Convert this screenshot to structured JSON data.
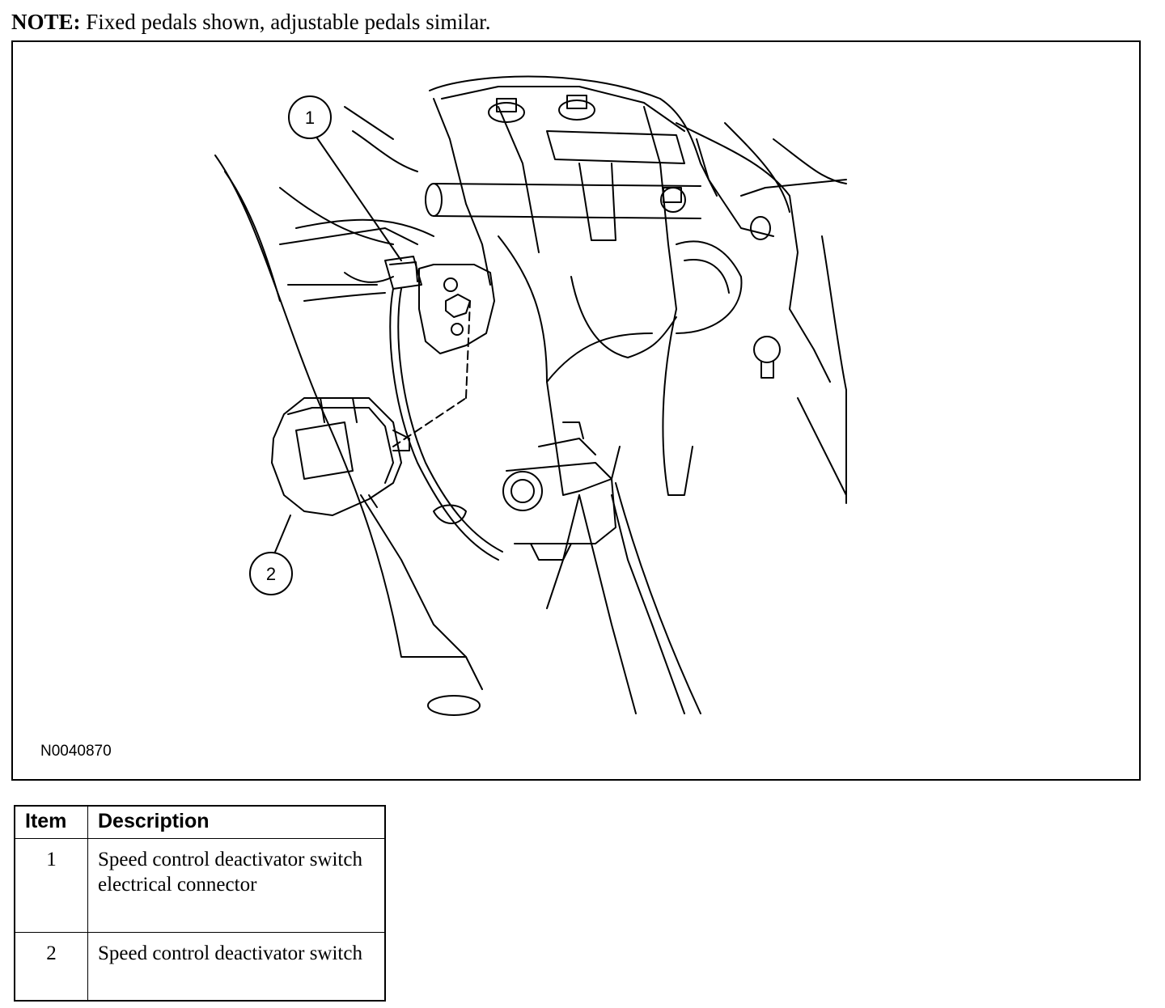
{
  "note": {
    "label": "NOTE:",
    "text": " Fixed pedals shown, adjustable pedals similar."
  },
  "figure": {
    "id": "N0040870",
    "callouts": [
      {
        "number": "1"
      },
      {
        "number": "2"
      }
    ]
  },
  "legend": {
    "headers": {
      "item": "Item",
      "description": "Description"
    },
    "rows": [
      {
        "item": "1",
        "description": "Speed control deactivator switch electrical connector"
      },
      {
        "item": "2",
        "description": "Speed control deactivator switch"
      }
    ]
  }
}
